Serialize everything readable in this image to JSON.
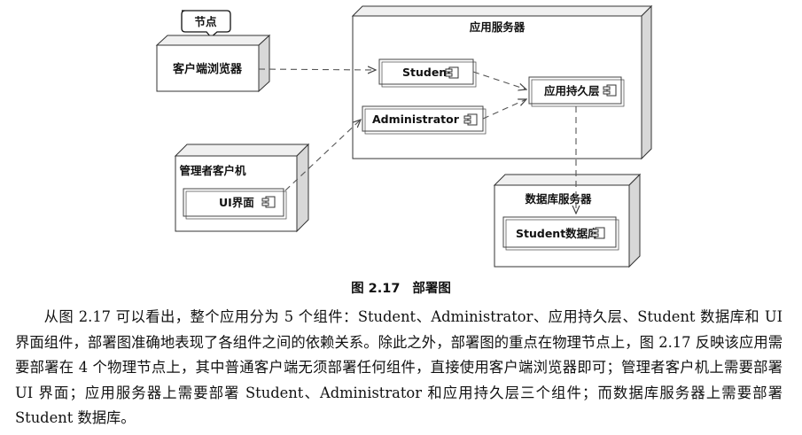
{
  "diagram": {
    "callout": "节点",
    "nodes": {
      "browser": "客户端浏览器",
      "admin_client": "管理者客户机",
      "app_server": "应用服务器",
      "db_server": "数据库服务器"
    },
    "components": {
      "student": "Student",
      "administrator": "Administrator",
      "persistence": "应用持久层",
      "ui": "UI界面",
      "student_db": "Student数据库"
    }
  },
  "caption": {
    "number": "图 2.17",
    "title": "部署图"
  },
  "paragraph": "从图 2.17 可以看出，整个应用分为 5 个组件：Student、Administrator、应用持久层、Student 数据库和 UI 界面组件，部署图准确地表现了各组件之间的依赖关系。除此之外，部署图的重点在物理节点上，图 2.17 反映该应用需要部署在 4 个物理节点上，其中普通客户端无须部署任何组件，直接使用客户端浏览器即可；管理者客户机上需要部署 UI 界面；应用服务器上需要部署 Student、Administrator 和应用持久层三个组件；而数据库服务器上需要部署 Student 数据库。"
}
